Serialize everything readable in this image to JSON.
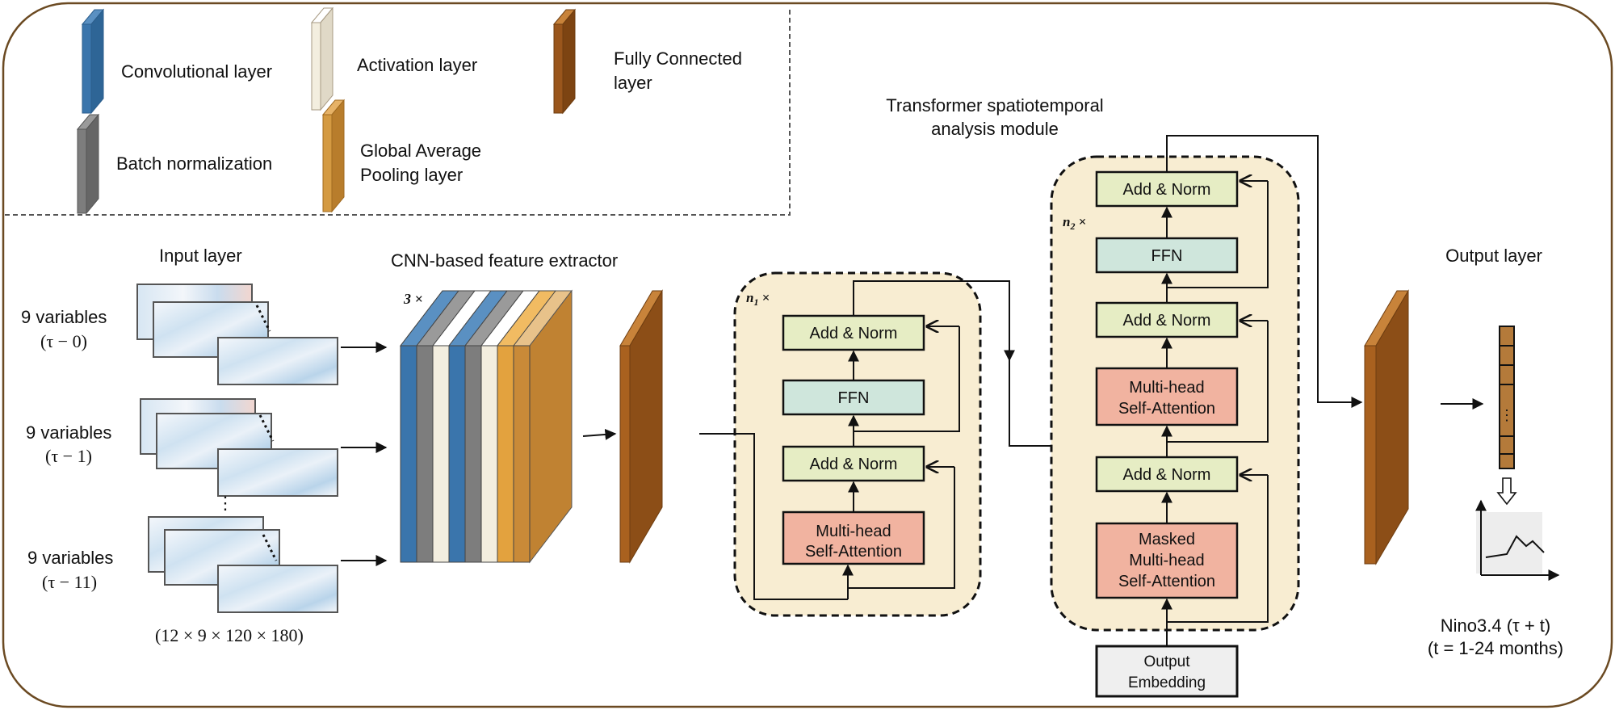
{
  "legend": {
    "conv": {
      "label": "Convolutional layer",
      "color": "#3a75ac"
    },
    "activation": {
      "label": "Activation layer",
      "color": "#f3eedf"
    },
    "fc": {
      "label_line1": "Fully Connected",
      "label_line2": "layer",
      "color": "#9a561c"
    },
    "batchnorm": {
      "label": "Batch normalization",
      "color": "#7d7d7d"
    },
    "gap": {
      "label_line1": "Global Average",
      "label_line2": "Pooling layer",
      "color": "#d49a42"
    }
  },
  "input": {
    "title": "Input layer",
    "groups": [
      {
        "label": "9 variables",
        "sub": "(τ − 0)"
      },
      {
        "label": "9 variables",
        "sub": "(τ − 1)"
      },
      {
        "label": "9 variables",
        "sub": "(τ − 11)"
      }
    ],
    "dims": "(12 × 9 × 120 × 180)"
  },
  "cnn": {
    "title": "CNN-based feature extractor",
    "repeat": "3 ×"
  },
  "encoder": {
    "repeat_base": "n",
    "repeat_sub": "1",
    "repeat_times": "×",
    "add_norm_top": "Add & Norm",
    "ffn": "FFN",
    "add_norm_bottom": "Add & Norm",
    "attention_line1": "Multi-head",
    "attention_line2": "Self-Attention"
  },
  "decoder": {
    "title_line1": "Transformer spatiotemporal",
    "title_line2": "analysis module",
    "repeat_base": "n",
    "repeat_sub": "2",
    "repeat_times": "×",
    "add_norm_1": "Add & Norm",
    "ffn": "FFN",
    "add_norm_2": "Add & Norm",
    "attention_line1": "Multi-head",
    "attention_line2": "Self-Attention",
    "add_norm_3": "Add & Norm",
    "masked_line1": "Masked",
    "masked_line2": "Multi-head",
    "masked_line3": "Self-Attention",
    "embedding_line1": "Output",
    "embedding_line2": "Embedding"
  },
  "output": {
    "title": "Output layer",
    "vector_dots": "⋮",
    "result_line1": "Nino3.4 (τ + t)",
    "result_line2": "(t = 1-24 months)"
  },
  "colors": {
    "frame": "#6b4a22",
    "module_fill": "#f8edd2",
    "add_norm": "#e6edc4",
    "ffn": "#cfe6dc",
    "attention": "#f1b3a0",
    "embedding": "#efefef",
    "fc_front": "#a9611f",
    "fc_top": "#c8833a",
    "fc_side": "#8c4e17"
  }
}
